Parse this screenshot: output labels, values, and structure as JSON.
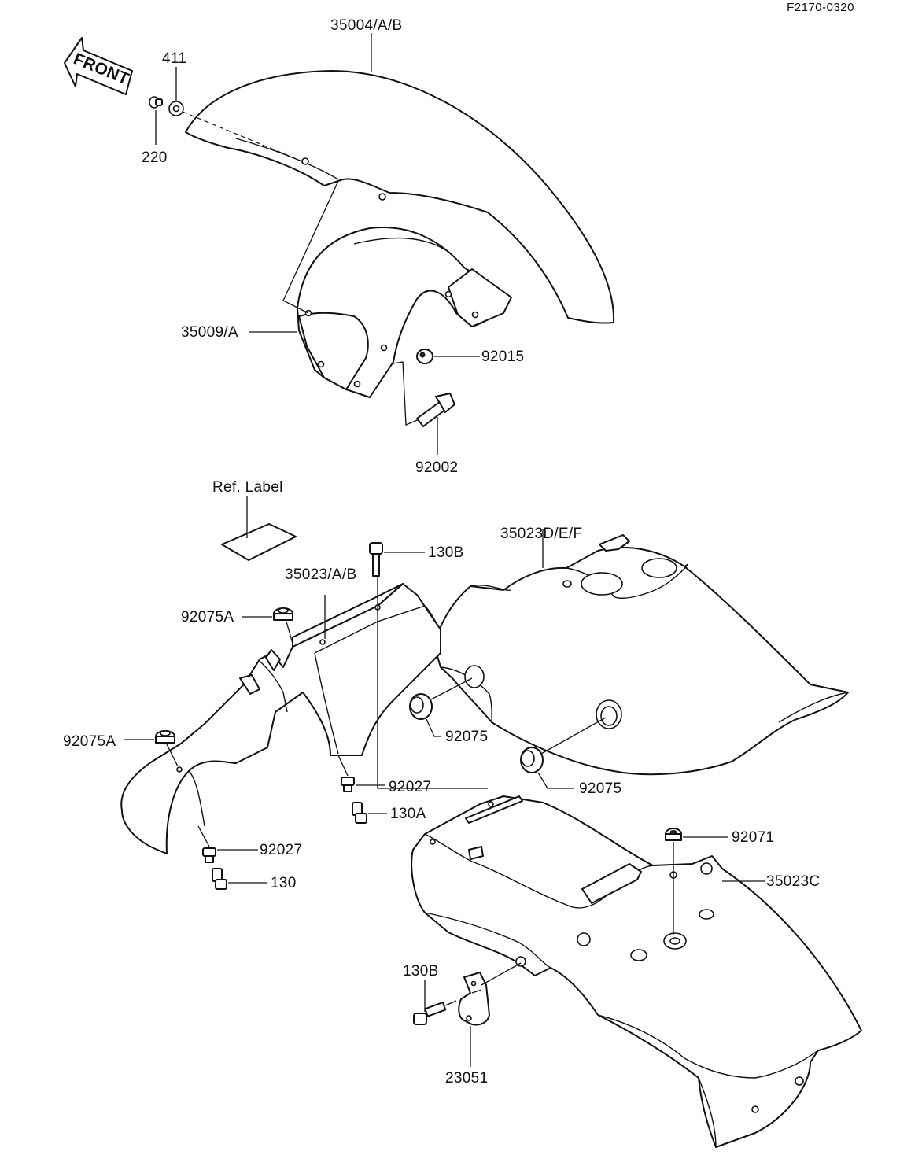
{
  "diagram": {
    "code": "F2170-0320",
    "front_label": "FRONT",
    "ref_label": "Ref. Label"
  },
  "parts": {
    "front_fender": "35004/A/B",
    "washer_411": "411",
    "screw_220": "220",
    "fender_bracket": "35009/A",
    "nut_92015": "92015",
    "bolt_92002": "92002",
    "bolt_130B_top": "130B",
    "rear_inner_fender": "35023/A/B",
    "rear_mudguard": "35023D/E/F",
    "grommet_92075A_upper": "92075A",
    "grommet_92075A_lower": "92075A",
    "grommet_92075_left": "92075",
    "grommet_92075_right": "92075",
    "collar_92027_mid": "92027",
    "bolt_130A": "130A",
    "collar_92027_low": "92027",
    "bolt_130": "130",
    "rear_fender": "35023C",
    "nut_92071": "92071",
    "bolt_130B_bottom": "130B",
    "clamp_23051": "23051"
  }
}
